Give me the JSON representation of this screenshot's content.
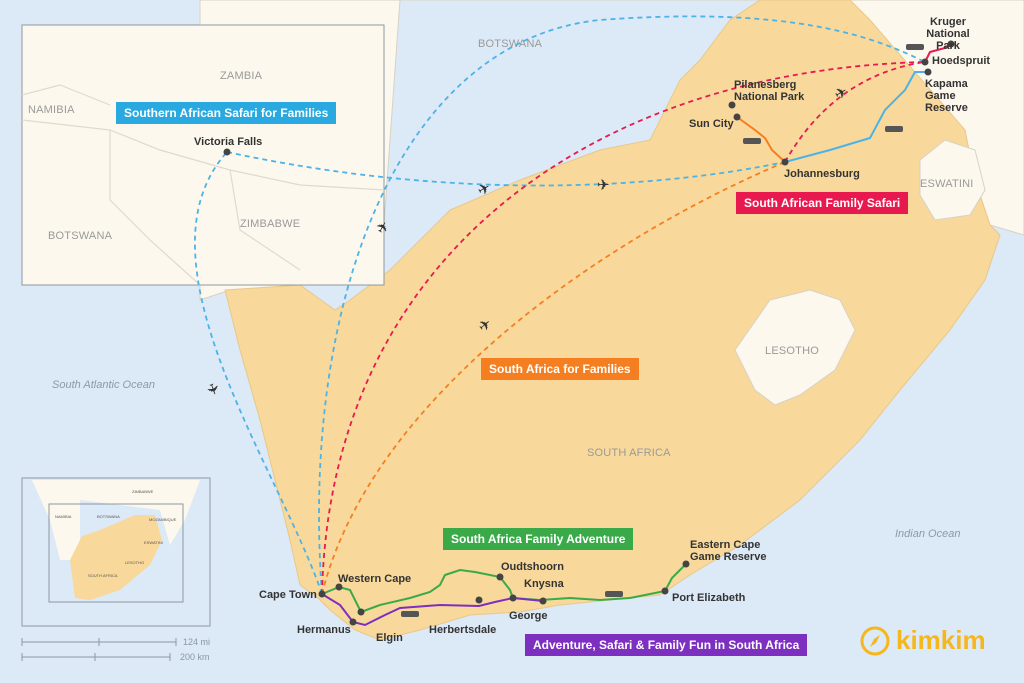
{
  "countries": {
    "botswana": "BOTSWANA",
    "south_africa": "SOUTH AFRICA",
    "lesotho": "LESOTHO",
    "eswatini": "ESWATINI"
  },
  "inset_countries": {
    "zambia": "ZAMBIA",
    "namibia": "NAMIBIA",
    "botswana": "BOTSWANA",
    "zimbabwe": "ZIMBABWE"
  },
  "oceans": {
    "atlantic": "South Atlantic Ocean",
    "indian": "Indian Ocean"
  },
  "places": {
    "kruger": "Kruger National Park",
    "hoedspruit": "Hoedspruit",
    "kapama": "Kapama Game Reserve",
    "pilanesberg": "Pilanesberg National Park",
    "sun_city": "Sun City",
    "johannesburg": "Johannesburg",
    "victoria_falls": "Victoria Falls",
    "cape_town": "Cape Town",
    "western_cape": "Western Cape",
    "hermanus": "Hermanus",
    "elgin": "Elgin",
    "herbertsdale": "Herbertsdale",
    "oudtshoorn": "Oudtshoorn",
    "george": "George",
    "knysna": "Knysna",
    "port_elizabeth": "Port Elizabeth",
    "eastern_cape": "Eastern Cape Game Reserve"
  },
  "routes": [
    {
      "name": "Southern African Safari for Families",
      "color": "#29a9e0"
    },
    {
      "name": "South African Family Safari",
      "color": "#e8194f"
    },
    {
      "name": "South Africa for Families",
      "color": "#f57f20"
    },
    {
      "name": "South Africa Family Adventure",
      "color": "#3aaa48"
    },
    {
      "name": "Adventure, Safari & Family Fun in South Africa",
      "color": "#7d2fc0"
    }
  ],
  "locator": {
    "zimbabwe": "ZIMBABWE",
    "namibia": "NAMIBIA",
    "botswana": "BOTSWANA",
    "mozambique": "MOZAMBIQUE",
    "eswatini": "ESWATINI",
    "lesotho": "LESOTHO",
    "south_africa": "SOUTH AFRICA"
  },
  "scale": {
    "miles": "124 mi",
    "km": "200 km"
  },
  "brand": "kimkim"
}
